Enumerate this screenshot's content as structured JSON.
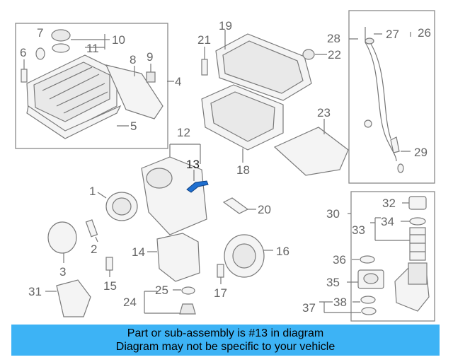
{
  "diagram": {
    "callouts": [
      "1",
      "2",
      "3",
      "4",
      "5",
      "6",
      "7",
      "8",
      "9",
      "10",
      "11",
      "12",
      "13",
      "14",
      "15",
      "16",
      "17",
      "18",
      "19",
      "20",
      "21",
      "22",
      "23",
      "24",
      "25",
      "26",
      "27",
      "28",
      "29",
      "30",
      "31",
      "32",
      "33",
      "34",
      "35",
      "36",
      "37",
      "38"
    ],
    "highlighted_part": "13",
    "highlight_color": "#1e6fd0"
  },
  "banner": {
    "line1": "Part or sub-assembly is #13 in diagram",
    "line2": "Diagram may not be specific to your vehicle",
    "background": "#3db3f5"
  }
}
